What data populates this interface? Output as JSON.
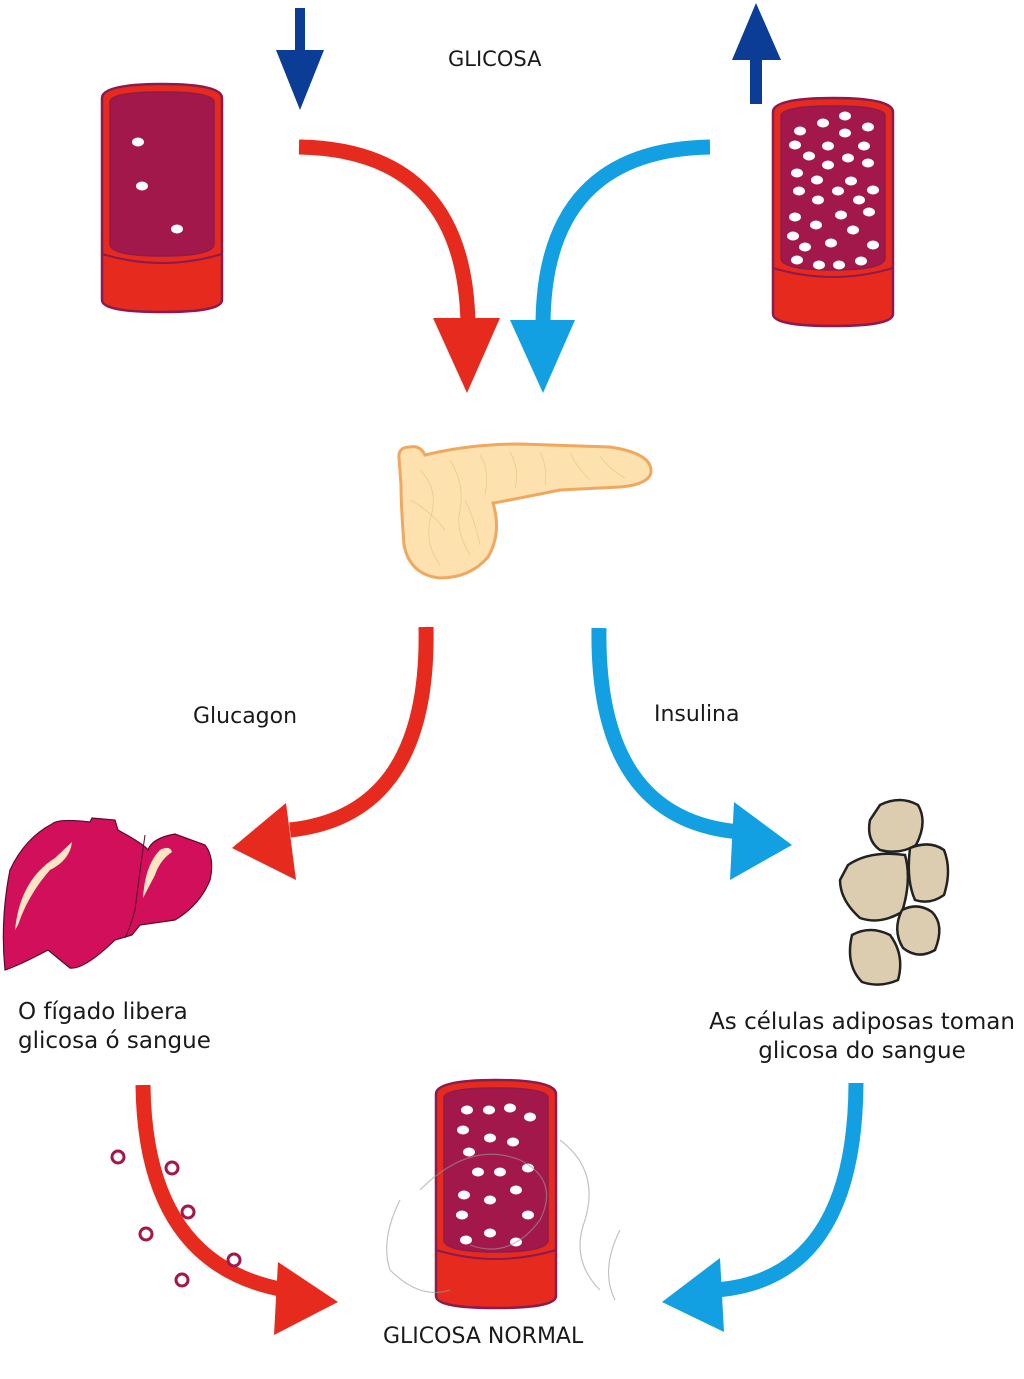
{
  "diagram": {
    "title": "GLICOSA",
    "colors": {
      "glucagon_path": "#e62a1e",
      "insulin_path": "#12a0e3",
      "indicator_arrow": "#0b3d96",
      "vessel_wall": "#e62a1e",
      "vessel_blood": "#a3184a",
      "vessel_outline": "#8c1a4e",
      "glucose_dot": "#ffffff",
      "pancreas_fill": "#fde1ae",
      "pancreas_outline": "#f0a860",
      "liver_fill": "#d20f5a",
      "liver_highlight": "#fbe5c3",
      "fat_cell_fill": "#dccdb0",
      "released_glucose": "#a3184a"
    },
    "nodes": {
      "low_glucose_vessel": {
        "state": "low",
        "indicator": "arrow-down"
      },
      "high_glucose_vessel": {
        "state": "high",
        "indicator": "arrow-up"
      },
      "pancreas": {
        "label": ""
      },
      "liver": {
        "label": "O fígado libera\nglicosa ó sangue"
      },
      "fat_cells": {
        "label": "As células adiposas toman\nglicosa do sangue"
      },
      "normal_vessel": {
        "label": "GLICOSA NORMAL"
      }
    },
    "edges": [
      {
        "from": "low_glucose_vessel",
        "to": "pancreas",
        "color": "glucagon_path",
        "label": ""
      },
      {
        "from": "high_glucose_vessel",
        "to": "pancreas",
        "color": "insulin_path",
        "label": ""
      },
      {
        "from": "pancreas",
        "to": "liver",
        "color": "glucagon_path",
        "label": "Glucagon"
      },
      {
        "from": "pancreas",
        "to": "fat_cells",
        "color": "insulin_path",
        "label": "Insulina"
      },
      {
        "from": "liver",
        "to": "normal_vessel",
        "color": "glucagon_path",
        "label": ""
      },
      {
        "from": "fat_cells",
        "to": "normal_vessel",
        "color": "insulin_path",
        "label": ""
      }
    ]
  }
}
